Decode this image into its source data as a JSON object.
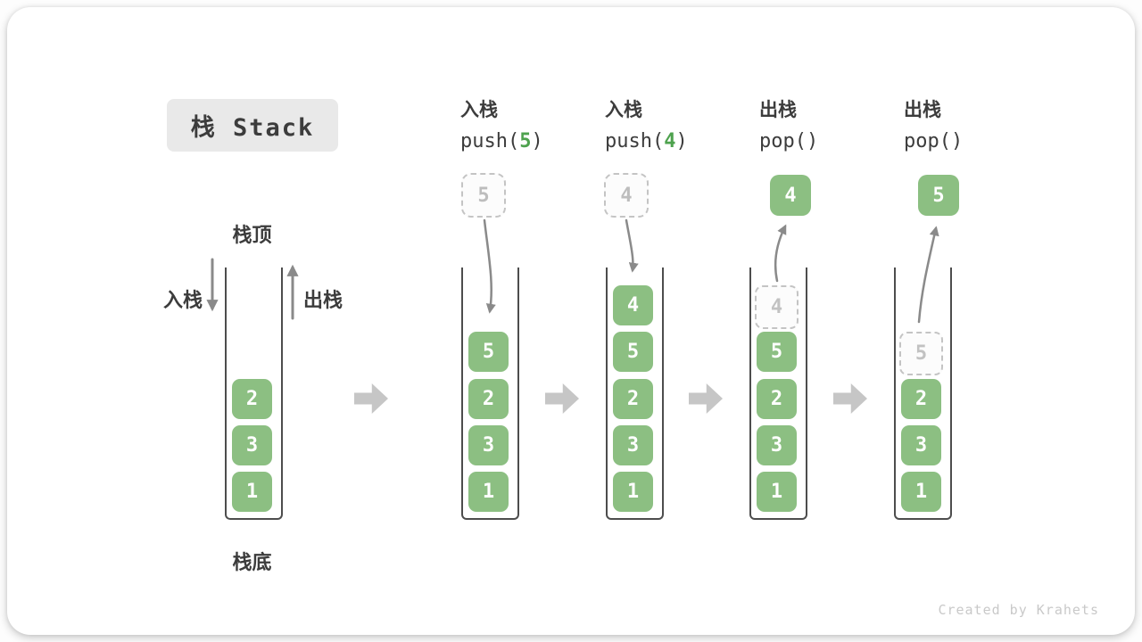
{
  "title": "栈 Stack",
  "labels": {
    "stack_top": "栈顶",
    "stack_bottom": "栈底",
    "push_side": "入栈",
    "pop_side": "出栈"
  },
  "operations": [
    {
      "label": "入栈",
      "code_pre": "push(",
      "code_arg": "5",
      "code_post": ")"
    },
    {
      "label": "入栈",
      "code_pre": "push(",
      "code_arg": "4",
      "code_post": ")"
    },
    {
      "label": "出栈",
      "code_pre": "pop(",
      "code_arg": "",
      "code_post": ")"
    },
    {
      "label": "出栈",
      "code_pre": "pop(",
      "code_arg": "",
      "code_post": ")"
    }
  ],
  "floating": {
    "push5": "5",
    "push4": "4",
    "pop4": "4",
    "pop5": "5"
  },
  "stacks": {
    "s1": {
      "cells": [
        "2",
        "3",
        "1"
      ]
    },
    "s2": {
      "cells": [
        "5",
        "2",
        "3",
        "1"
      ]
    },
    "s3": {
      "cells": [
        "4",
        "5",
        "2",
        "3",
        "1"
      ]
    },
    "s4": {
      "ghost": "4",
      "cells": [
        "5",
        "2",
        "3",
        "1"
      ]
    },
    "s5": {
      "ghost": "5",
      "cells": [
        "2",
        "3",
        "1"
      ]
    }
  },
  "watermark": "Created by Krahets",
  "colors": {
    "cell_green": "#8cbf82",
    "code_arg_green": "#4ea24e",
    "dark_text": "#3c3c3c",
    "thin_arrow_gray": "#8a8a8a",
    "block_arrow_gray": "#c6c6c6",
    "title_bg": "#e9e9e9",
    "dashed_border": "#c4c4c4",
    "dashed_text": "#bdbdbd"
  }
}
